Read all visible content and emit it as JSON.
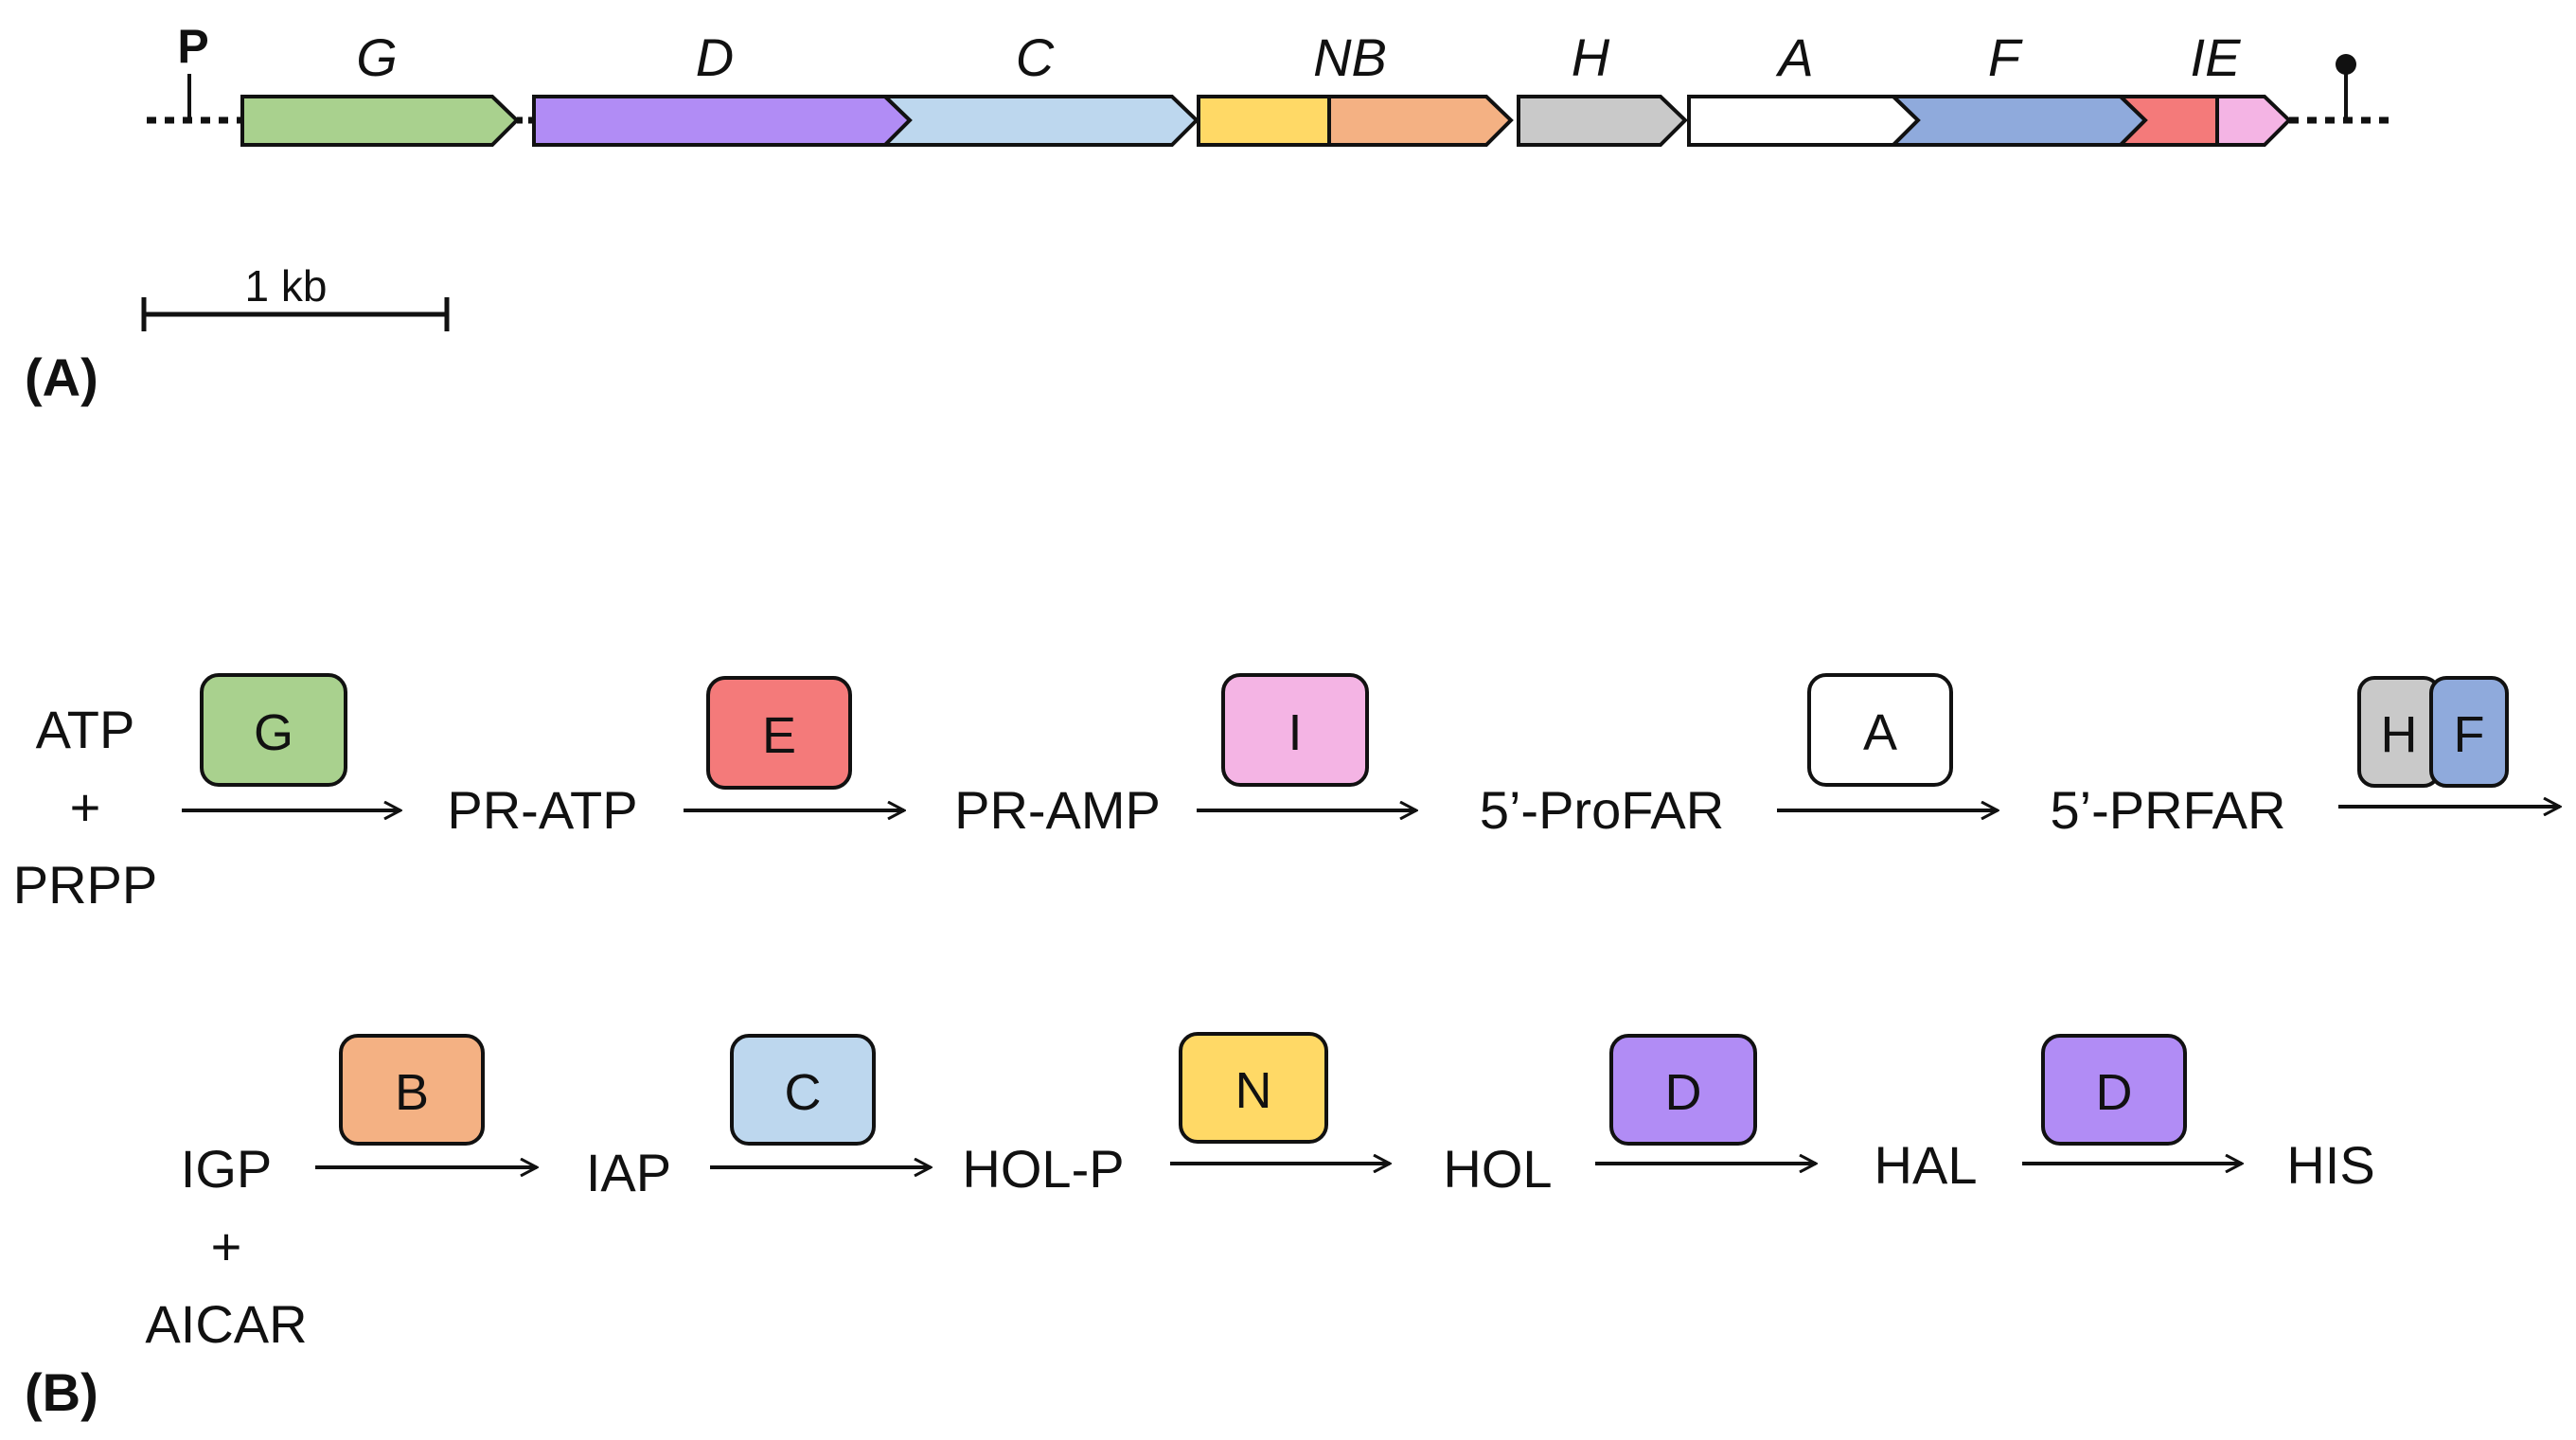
{
  "panel_a": {
    "label": "(A)",
    "promoter_label": "P",
    "scale_label": "1 kb",
    "genes": [
      {
        "id": "G",
        "label": "G",
        "color": "#a9d18e"
      },
      {
        "id": "D",
        "label": "D",
        "color": "#b18cf5"
      },
      {
        "id": "C",
        "label": "C",
        "color": "#bdd7ee"
      },
      {
        "id": "N",
        "label": "NB",
        "color": "#ffd966"
      },
      {
        "id": "B",
        "label": "",
        "color": "#f4b183"
      },
      {
        "id": "H",
        "label": "H",
        "color": "#c9c9c9"
      },
      {
        "id": "A",
        "label": "A",
        "color": "#ffffff"
      },
      {
        "id": "F",
        "label": "F",
        "color": "#8faadc"
      },
      {
        "id": "I",
        "label": "IE",
        "color": "#f47a7a"
      },
      {
        "id": "E",
        "label": "",
        "color": "#f4b4e4"
      }
    ]
  },
  "panel_b": {
    "label": "(B)",
    "row1": {
      "substrate": [
        "ATP",
        "+",
        "PRPP"
      ],
      "steps": [
        {
          "enzyme": "G",
          "color": "#a9d18e",
          "product": "PR-ATP"
        },
        {
          "enzyme": "E",
          "color": "#f47a7a",
          "product": "PR-AMP"
        },
        {
          "enzyme": "I",
          "color": "#f4b4e4",
          "product": "5’-ProFAR"
        },
        {
          "enzyme": "A",
          "color": "#ffffff",
          "product": "5’-PRFAR"
        }
      ],
      "complex": [
        {
          "enzyme": "H",
          "color": "#c9c9c9"
        },
        {
          "enzyme": "F",
          "color": "#8faadc"
        }
      ]
    },
    "row2": {
      "substrate": [
        "IGP",
        "+",
        "AICAR"
      ],
      "steps": [
        {
          "enzyme": "B",
          "color": "#f4b183",
          "product": "IAP"
        },
        {
          "enzyme": "C",
          "color": "#bdd7ee",
          "product": "HOL-P"
        },
        {
          "enzyme": "N",
          "color": "#ffd966",
          "product": "HOL"
        },
        {
          "enzyme": "D",
          "color": "#b18cf5",
          "product": "HAL"
        },
        {
          "enzyme": "D",
          "color": "#b18cf5",
          "product": "HIS"
        }
      ]
    }
  }
}
